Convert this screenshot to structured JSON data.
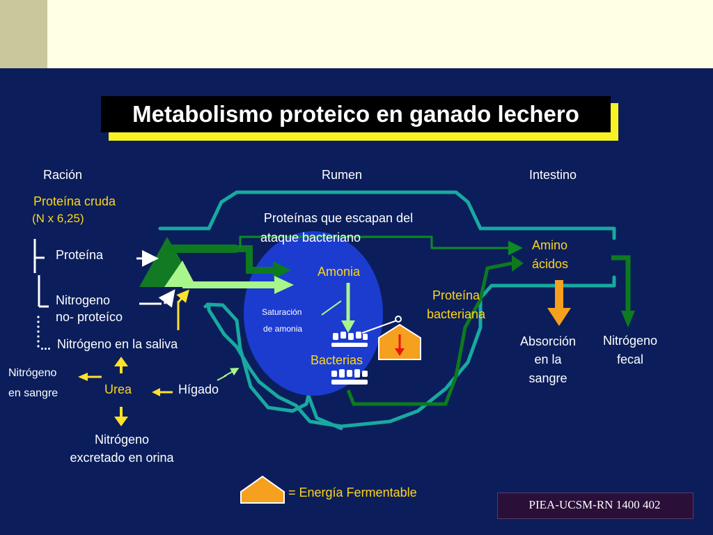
{
  "slide": {
    "title": "Metabolismo proteico en ganado lechero",
    "footer": "PIEA-UCSM-RN 1400 402"
  },
  "headers": {
    "racion": "Ración",
    "rumen": "Rumen",
    "intestino": "Intestino"
  },
  "racion": {
    "proteina_cruda": "Proteína cruda",
    "formula": "(N x 6,25)",
    "proteina": "Proteína",
    "nitrogeno": "Nitrogeno",
    "no_proteico": "no- proteíco",
    "nitrogeno_saliva": "Nitrógeno  en la saliva"
  },
  "rumen": {
    "escapan_1": "Proteínas que escapan del",
    "escapan_2": "ataque bacteriano",
    "amonia": "Amonia",
    "saturacion_1": "Saturación",
    "saturacion_2": "de amonia",
    "bacterias": "Bacterias",
    "proteina_bact_1": "Proteína",
    "proteina_bact_2": "bacteriana"
  },
  "intestino": {
    "amino_1": "Amino",
    "amino_2": "ácidos",
    "absorcion_1": "Absorción",
    "absorcion_2": "en la",
    "absorcion_3": "sangre",
    "fecal_1": "Nitrógeno",
    "fecal_2": "fecal"
  },
  "bottom": {
    "sangre_1": "Nitrógeno",
    "sangre_2": "en sangre",
    "urea": "Urea",
    "higado": "Hígado",
    "orina_1": "Nitrógeno",
    "orina_2": "excretado en orina"
  },
  "legend": {
    "energia": "= Energía Fermentable"
  },
  "colors": {
    "background": "#0b1e5b",
    "teal": "#19a9a0",
    "green_dark": "#0d7a1f",
    "green_light": "#a8f58c",
    "yellow_text": "#ffd61a",
    "orange": "#f5a01e",
    "rumen_blue": "#1c3cd0"
  }
}
